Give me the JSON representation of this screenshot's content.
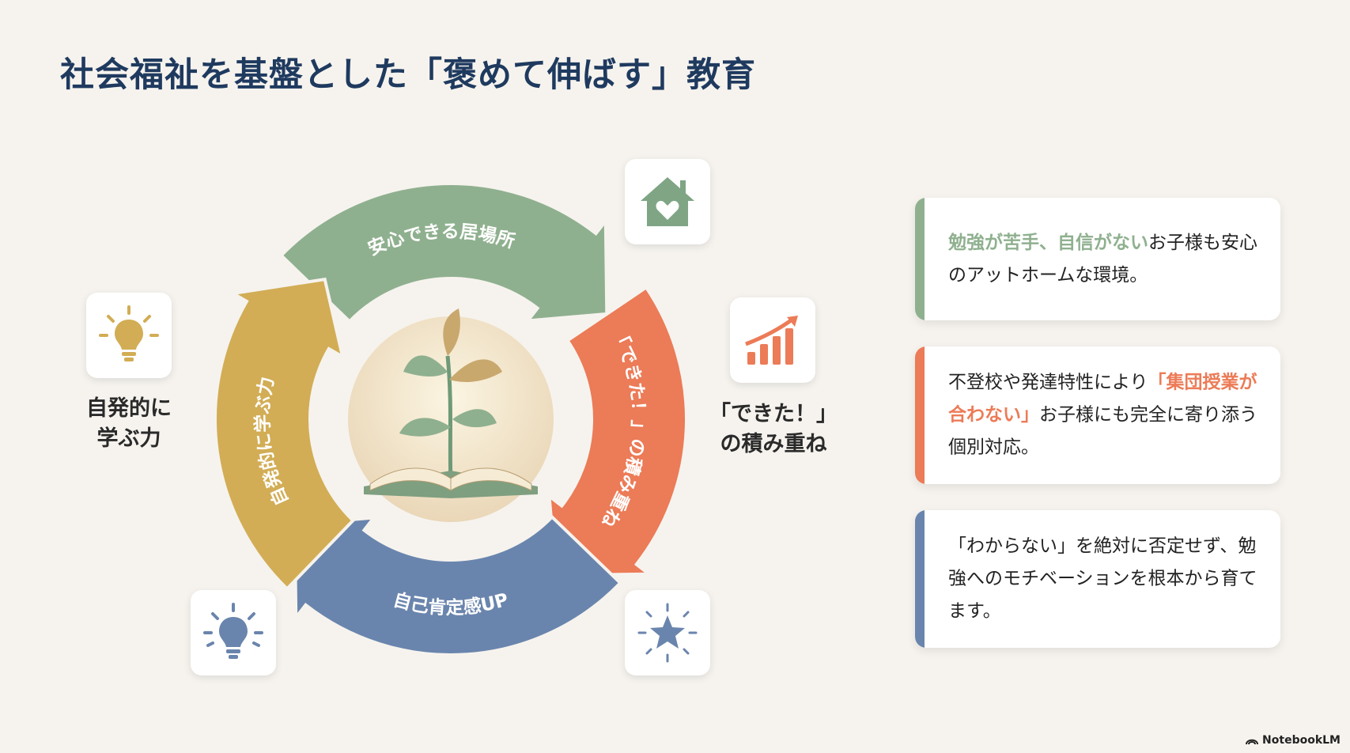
{
  "title": "社会福祉を基盤とした「褒めて伸ばす」教育",
  "cycle": {
    "segments": [
      {
        "label": "安心できる居場所",
        "color": "#8fb08f"
      },
      {
        "label": "「できた！」の積み重ね",
        "color": "#ec7b57"
      },
      {
        "label": "自己肯定感UP",
        "color": "#6a85ad"
      },
      {
        "label": "自発的に学ぶ力",
        "color": "#d2ad55"
      }
    ],
    "center_icon": "plant-growing-from-book"
  },
  "side_labels": {
    "left": [
      "自発的に",
      "学ぶ力"
    ],
    "right": [
      "「できた！」",
      "の積み重ね"
    ]
  },
  "icons": {
    "house": "house-heart-icon",
    "chart": "growth-chart-icon",
    "bulb_left": "lightbulb-icon",
    "bulb_bottom": "lightbulb-icon",
    "star": "star-icon"
  },
  "cards": [
    {
      "color": "#8fb08f",
      "segments": [
        {
          "t": "勉強が苦手、自信がない",
          "hl": true
        },
        {
          "t": "お子様も安心のアットホームな環境。",
          "hl": false
        }
      ]
    },
    {
      "color": "#ec7b57",
      "segments": [
        {
          "t": "不登校や発達特性により",
          "hl": false
        },
        {
          "t": "「集団授業が合わない」",
          "hl": true
        },
        {
          "t": "お子様にも完全に寄り添う個別対応。",
          "hl": false
        }
      ]
    },
    {
      "color": "#6a85ad",
      "segments": [
        {
          "t": "「わからない」を絶対に否定せず、勉強へのモチベーションを根本から育てます。",
          "hl": false
        }
      ]
    }
  ],
  "brand": "NotebookLM"
}
